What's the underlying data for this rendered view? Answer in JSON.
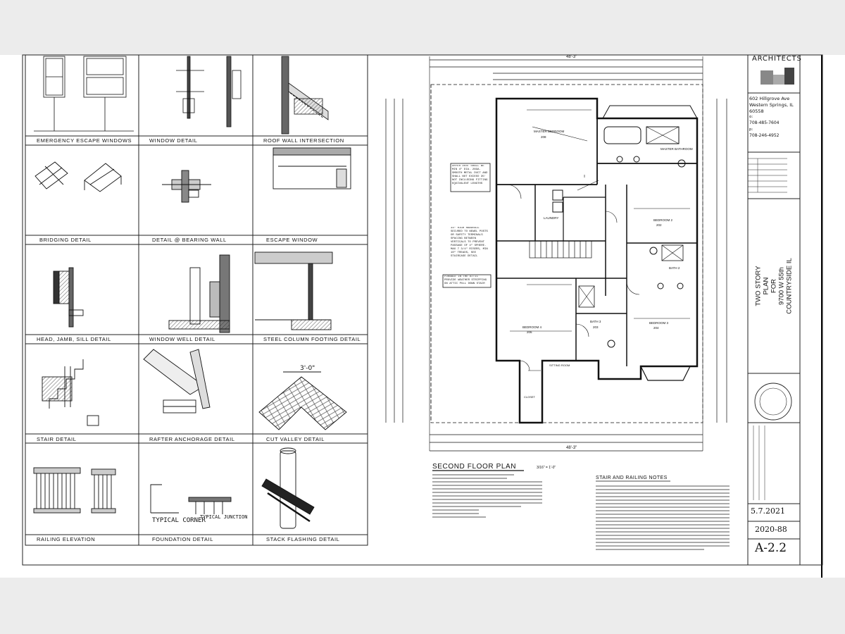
{
  "details": {
    "row1": [
      "EMERGENCY ESCAPE WINDOWS",
      "WINDOW DETAIL",
      "ROOF WALL INTERSECTION"
    ],
    "row2": [
      "BRIDGING DETAIL",
      "DETAIL @ BEARING WALL",
      "ESCAPE WINDOW"
    ],
    "row3": [
      "HEAD, JAMB, SILL DETAIL",
      "WINDOW WELL DETAIL",
      "STEEL COLUMN FOOTING DETAIL"
    ],
    "row4": [
      "STAIR DETAIL",
      "RAFTER ANCHORAGE DETAIL",
      "CUT VALLEY DETAIL"
    ],
    "row5": [
      "RAILING ELEVATION",
      "FOUNDATION DETAIL",
      "STACK FLASHING DETAIL"
    ],
    "typical_corner": "TYPICAL CORNER",
    "typical_junction": "TYPICAL JUNCTION",
    "cut_valley_dim": "3'-0\""
  },
  "plan": {
    "title": "SECOND FLOOR PLAN",
    "scale": "3/16\" = 1'-0\"",
    "overall_width": "48'-3\"",
    "rooms": [
      {
        "name": "MASTER BEDROOM",
        "num": "208"
      },
      {
        "name": "MASTER BATHROOM",
        "num": ""
      },
      {
        "name": "LAUNDRY",
        "num": ""
      },
      {
        "name": "BEDROOM 2",
        "num": "202"
      },
      {
        "name": "BATH 2",
        "num": ""
      },
      {
        "name": "BEDROOM 4",
        "num": "206"
      },
      {
        "name": "BATH 3",
        "num": "203"
      },
      {
        "name": "BEDROOM 3",
        "num": "204"
      },
      {
        "name": "SITTING ROOM",
        "num": ""
      },
      {
        "name": "CLOSET",
        "num": ""
      }
    ],
    "notes": {
      "dryer_vent": "DRYER VENT SHALL BE MIN 4\" DIA. 26GA. SMOOTH METAL DUCT AND SHALL NOT EXCEED 35' NOT INCLUDING FITTING EQUIVALENT LENGTHS",
      "handrail": "34\" HIGH HANDRAIL SECURED TO NEWEL POSTS OR SAFETY TERMINALS SPACING BETWEEN VERTICALS TO PREVENT PASSAGE OF 4\" SPHERE. MAX 7 3/4\" RISERS, MIN 10\" TREADS, SEE STAIRCASE DETAIL",
      "furnace": "FURNACE IN THE ATTIC PROVIDE WEATHER STRIPPING ON ATTIC PULL DOWN STAIR"
    }
  },
  "stair_notes_title": "STAIR AND RAILING NOTES",
  "title_block": {
    "firm": "ARCHITECTS",
    "address_lines": [
      "602 Hillgrove Ave",
      "Western Springs, IL",
      "60558"
    ],
    "phone_labels": [
      "o:",
      "p:"
    ],
    "phone_numbers": [
      "708-485-7604",
      "708-246-4952"
    ],
    "project_lines": [
      "TWO STORY",
      "PLAN",
      "FOR",
      "9700 W 55th",
      "COUNTRYSIDE IL"
    ],
    "date": "5.7.2021",
    "job_number": "2020-88",
    "sheet_number": "A-2.2"
  }
}
